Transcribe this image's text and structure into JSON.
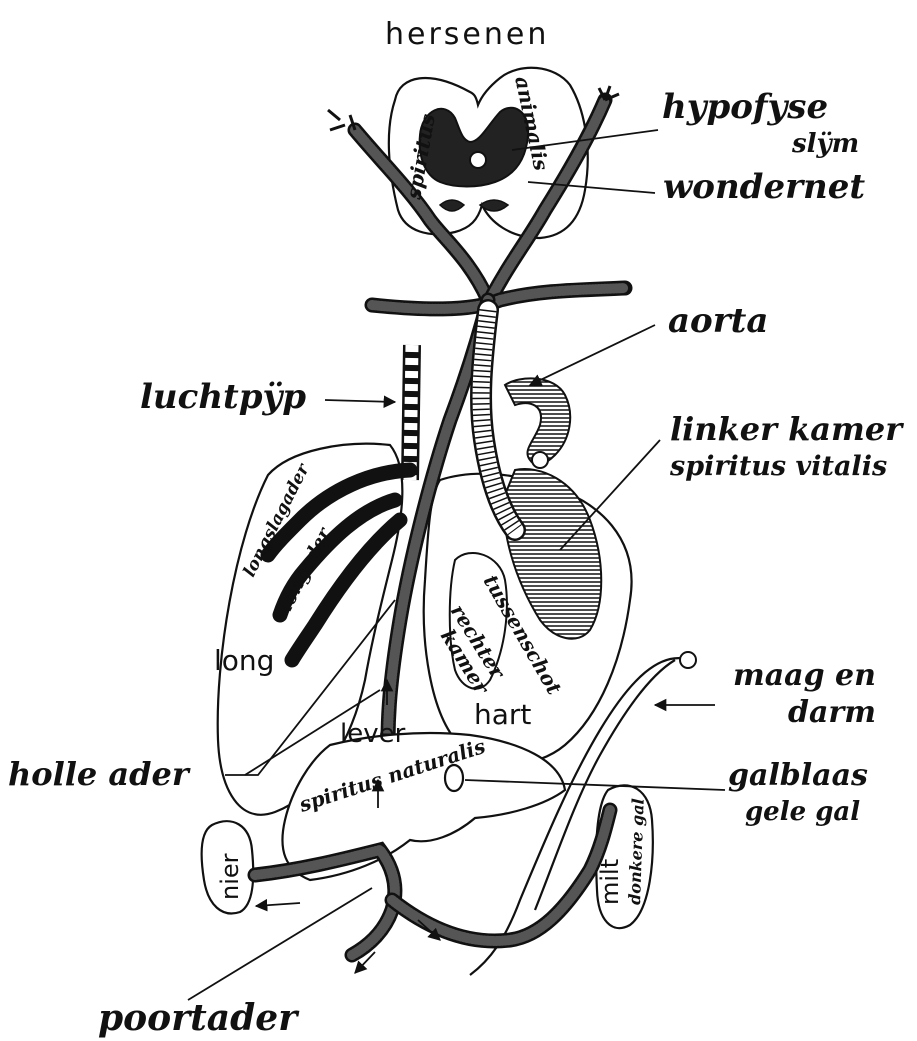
{
  "labels": {
    "hersenen": "hersenen",
    "spiritus": "spiritus",
    "animalis": "animalis",
    "hypofyse": "hypofyse",
    "slijm": "slÿm",
    "wondernet": "wondernet",
    "aorta": "aorta",
    "luchtpijp": "luchtpÿp",
    "linker_kamer": "linker kamer",
    "spiritus_vitalis": "spiritus vitalis",
    "longslagader": "longslagader",
    "longader": "longader",
    "tussenschot": "tussenschot",
    "rechter": "rechter",
    "kamer": "kamer",
    "long": "long",
    "hart": "hart",
    "maag_en": "maag en",
    "darm": "darm",
    "lever": "lever",
    "spiritus_naturalis": "spiritus naturalis",
    "holle_ader": "holle ader",
    "galblaas": "galblaas",
    "gele_gal": "gele gal",
    "nier": "nier",
    "milt": "milt",
    "donkere_gal": "donkere gal",
    "poortader": "poortader"
  }
}
